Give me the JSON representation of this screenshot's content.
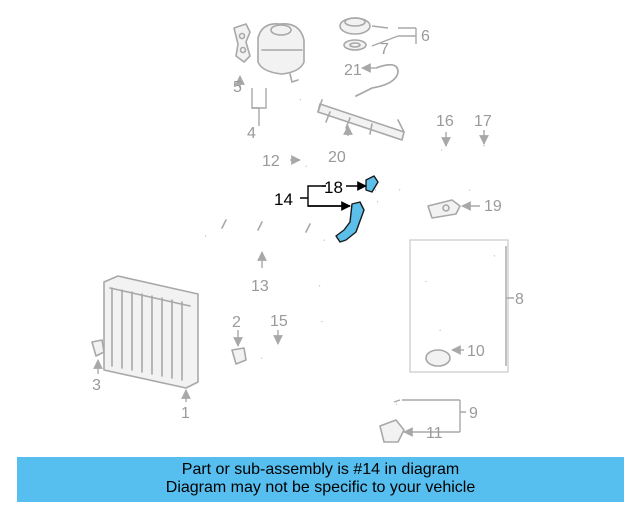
{
  "diagram": {
    "callouts": {
      "c1": "1",
      "c2": "2",
      "c3": "3",
      "c4": "4",
      "c5": "5",
      "c6": "6",
      "c7": "7",
      "c8": "8",
      "c9": "9",
      "c10": "10",
      "c11": "11",
      "c12": "12",
      "c13": "13",
      "c14": "14",
      "c15": "15",
      "c16": "16",
      "c17": "17",
      "c18": "18",
      "c19": "19",
      "c20": "20",
      "c21": "21"
    },
    "highlight_color": "#5bbfe9",
    "callout_color": "#9a9a9a",
    "part_line_color": "#a8a8a8"
  },
  "banner": {
    "line1": "Part or sub-assembly is #14 in diagram",
    "line2": "Diagram may not be specific to your vehicle",
    "background": "#56bff0"
  }
}
